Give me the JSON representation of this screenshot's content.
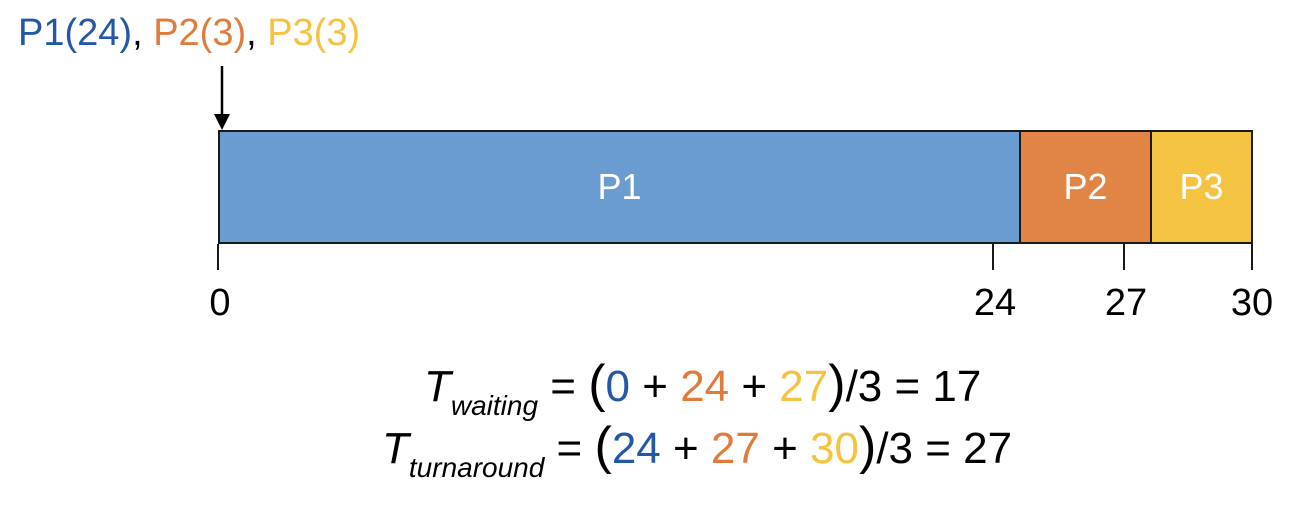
{
  "colors": {
    "p1_text": "#2358a8",
    "p2_text": "#e07b3c",
    "p3_text": "#f5c242",
    "p1_fill": "#6a9bd1",
    "p2_fill": "#e08545",
    "p3_fill": "#f5c342"
  },
  "header": {
    "p1": "P1(24)",
    "sep1": ", ",
    "p2": "P2(3)",
    "sep2": ", ",
    "p3": "P3(3)"
  },
  "gantt": {
    "segments": [
      {
        "label": "P1",
        "start": 0,
        "end": 24
      },
      {
        "label": "P2",
        "start": 24,
        "end": 27
      },
      {
        "label": "P3",
        "start": 27,
        "end": 30
      }
    ],
    "ticks": [
      "0",
      "24",
      "27",
      "30"
    ]
  },
  "waiting": {
    "T": "T",
    "sub": "waiting",
    "eq": " = ",
    "open": "(",
    "v1": "0",
    "plus1": " + ",
    "v2": "24",
    "plus2": " + ",
    "v3": "27",
    "close": ")",
    "tail": "/3 = 17"
  },
  "turnaround": {
    "T": "T",
    "sub": "turnaround",
    "eq": " = ",
    "open": "(",
    "v1": "24",
    "plus1": " + ",
    "v2": "27",
    "plus2": " + ",
    "v3": "30",
    "close": ")",
    "tail": "/3 = 27"
  }
}
